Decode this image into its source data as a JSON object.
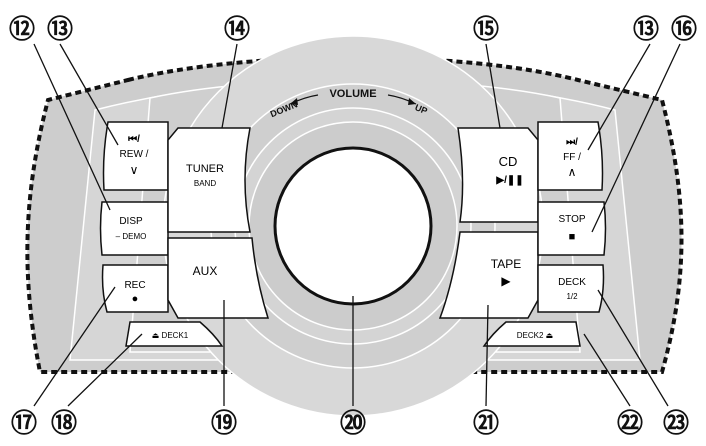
{
  "callouts": {
    "n12": "⑫",
    "n13a": "⑬",
    "n14": "⑭",
    "n15": "⑮",
    "n13b": "⑬",
    "n16": "⑯",
    "n17": "⑰",
    "n18": "⑱",
    "n19": "⑲",
    "n20": "⑳",
    "n21": "㉑",
    "n22": "㉒",
    "n23": "㉓"
  },
  "volume": {
    "label": "VOLUME",
    "down": "DOWN",
    "up": "UP"
  },
  "buttons": {
    "rew": {
      "line1": "⏮/",
      "line2": "REW /",
      "line3": "∨"
    },
    "ff": {
      "line1": "⏭/",
      "line2": "FF /",
      "line3": "∧"
    },
    "disp": {
      "line1": "DISP",
      "line2": "– DEMO"
    },
    "stop": {
      "line1": "STOP",
      "line2": "■"
    },
    "rec": {
      "line1": "REC",
      "line2": "●"
    },
    "deck": {
      "line1": "DECK",
      "line2": "1/2"
    },
    "eject1": {
      "label": "⏏ DECK1"
    },
    "eject2": {
      "label": "DECK2 ⏏"
    },
    "tuner": {
      "line1": "TUNER",
      "line2": "BAND"
    },
    "aux": {
      "label": "AUX"
    },
    "cd": {
      "line1": "CD",
      "line2": "▶/❚❚"
    },
    "tape": {
      "line1": "TAPE",
      "line2": "▶"
    }
  },
  "colors": {
    "panel": "#cfcfcf",
    "button": "#ffffff",
    "ink": "#111111"
  }
}
